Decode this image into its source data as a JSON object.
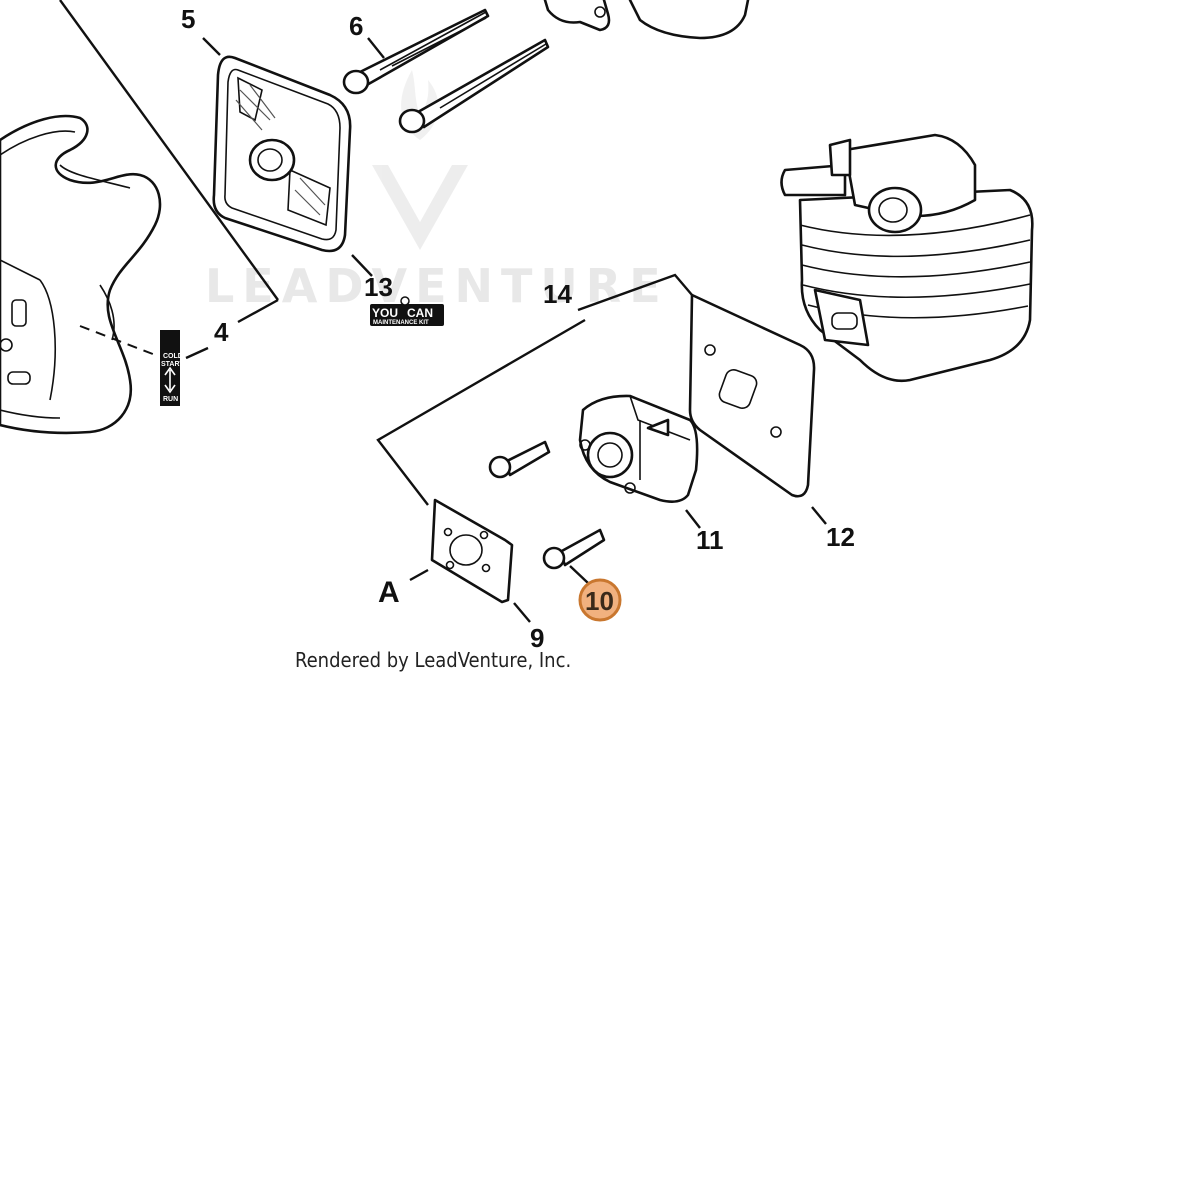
{
  "diagram": {
    "callouts": [
      {
        "id": "4",
        "label": "4"
      },
      {
        "id": "5",
        "label": "5"
      },
      {
        "id": "6",
        "label": "6"
      },
      {
        "id": "9",
        "label": "9"
      },
      {
        "id": "10",
        "label": "10",
        "highlighted": true
      },
      {
        "id": "11",
        "label": "11"
      },
      {
        "id": "12",
        "label": "12"
      },
      {
        "id": "13",
        "label": "13"
      },
      {
        "id": "14",
        "label": "14"
      }
    ],
    "view_marker": "A",
    "highlight_color": "#f1b17f",
    "watermark": "LEADVENTURE",
    "kit_badge": {
      "line1": "YOU",
      "line2": "CAN",
      "line3": "MAINTENANCE KIT"
    },
    "decal": {
      "line1": "COLD",
      "line2": "START",
      "line3": "RUN"
    },
    "credit": "Rendered by LeadVenture, Inc."
  }
}
